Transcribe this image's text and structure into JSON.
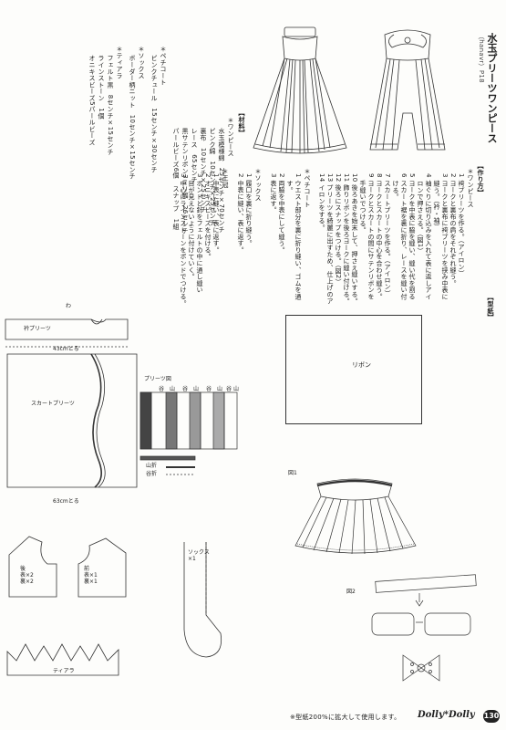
{
  "header": {
    "title": "水玉プリーツワンピース",
    "credit": "（hanavr）P18"
  },
  "materials": {
    "heading": "【材料】",
    "onepiece_heading": "＊ワンピース",
    "onepiece_items": [
      "水玉模様綿　25センチ×70センチ",
      "ピンク綿　10センチ×25センチ",
      "裏布　10センチ×25センチ",
      "レース　65センチ",
      "黒サテンリボン3ミリ幅　26センチ",
      "パールビーズ6個　スナップ　1組"
    ],
    "petticoat_heading": "＊ペチコート",
    "petticoat_items": [
      "ピンクチュール　15センチ×30センチ"
    ],
    "socks_heading": "＊ソックス",
    "socks_items": [
      "ボーダー柄ニット　10センチ×15センチ"
    ],
    "tiara_heading": "＊ティアラ",
    "tiara_items": [
      "フェルト黒　8センチ×15センチ",
      "ラインストーン　1個",
      "オニキスビーズ5パールビーズ"
    ]
  },
  "howto": {
    "heading": "【作り方】",
    "onepiece_heading": "＊ワンピース",
    "onepiece_steps": [
      "1 袴プリーツを作る。（アイロン）",
      "2 ヨークと裏布の肩をそれぞれ縫う。",
      "3 ヨークと裏布に袴プリーツを挟み中表に",
      "　縫う。（衿・袖）",
      "4 袖ぐりに切り込みを入れて表に返しアイ",
      "　ロンで押さえる。（図1）",
      "5 ヨークを中表に脇を縫い、縫い代を割る",
      "6 スカート裾を裏に折り、レースを縫い付",
      "　ける。",
      "7 スカートプリーツを作る。（アイロン）",
      "8 ヨークとスカートの中心を合わせ縫う。",
      "9 ヨークとスカートの間にサテンリボンを",
      "　手縫いでつける。",
      "10 後ろあきを始末して、押さえ縫いする。",
      "11 飾りリボンを後ろヨークに縫い付ける。",
      "12 後ろにスナップをつける。（図2）",
      "13 プリーツを綺麗に出すため、仕上げのア",
      "14 イロンをする。"
    ],
    "petticoat_heading": "＊ペチコート",
    "petticoat_steps": [
      "1 ウエスト部分を裏に折り縫い、ゴムを通",
      "　す。",
      "2 両脇を中表にして縫う。",
      "3 表に返す。"
    ],
    "socks_heading": "＊ソックス",
    "socks_steps": [
      "1 履口を裏に折り縫う。",
      "2 中表に縫い、表に返す。"
    ],
    "tiara_heading": "＊王冠",
    "tiara_steps": [
      "1 中表に縫い、表に返す。",
      "2 オニキスビーズを付ける。",
      "3 ボンドと針をフェルトの中に通し縫い",
      "　目が見えないように付けていく。",
      "3 中心にラインストーンをボンドでつける。"
    ]
  },
  "pattern": {
    "heading": "【型紙】",
    "collar_pleat": "衿プリーツ",
    "collar_len": "43cmとる",
    "skirt_pleat": "スカートプリーツ",
    "skirt_len": "63cmとる",
    "pleat_fig": "プリーツ図",
    "pleat_labels": [
      "谷",
      "山",
      "谷",
      "山",
      "谷",
      "山",
      "谷",
      "山"
    ],
    "mountain_fold": "山折",
    "valley_fold": "谷折",
    "back": "後\n表×2\n裏×2",
    "front": "前\n表×1\n裏×1",
    "wa": "わ",
    "socks": "ソックス\n×1",
    "tiara": "ティアラ",
    "ribbon": "リボン",
    "fig1": "図1",
    "fig2": "図2"
  },
  "footer": {
    "note": "※型紙200%に拡大して使用します。",
    "brand": "Dolly*Dolly",
    "page": "130"
  }
}
